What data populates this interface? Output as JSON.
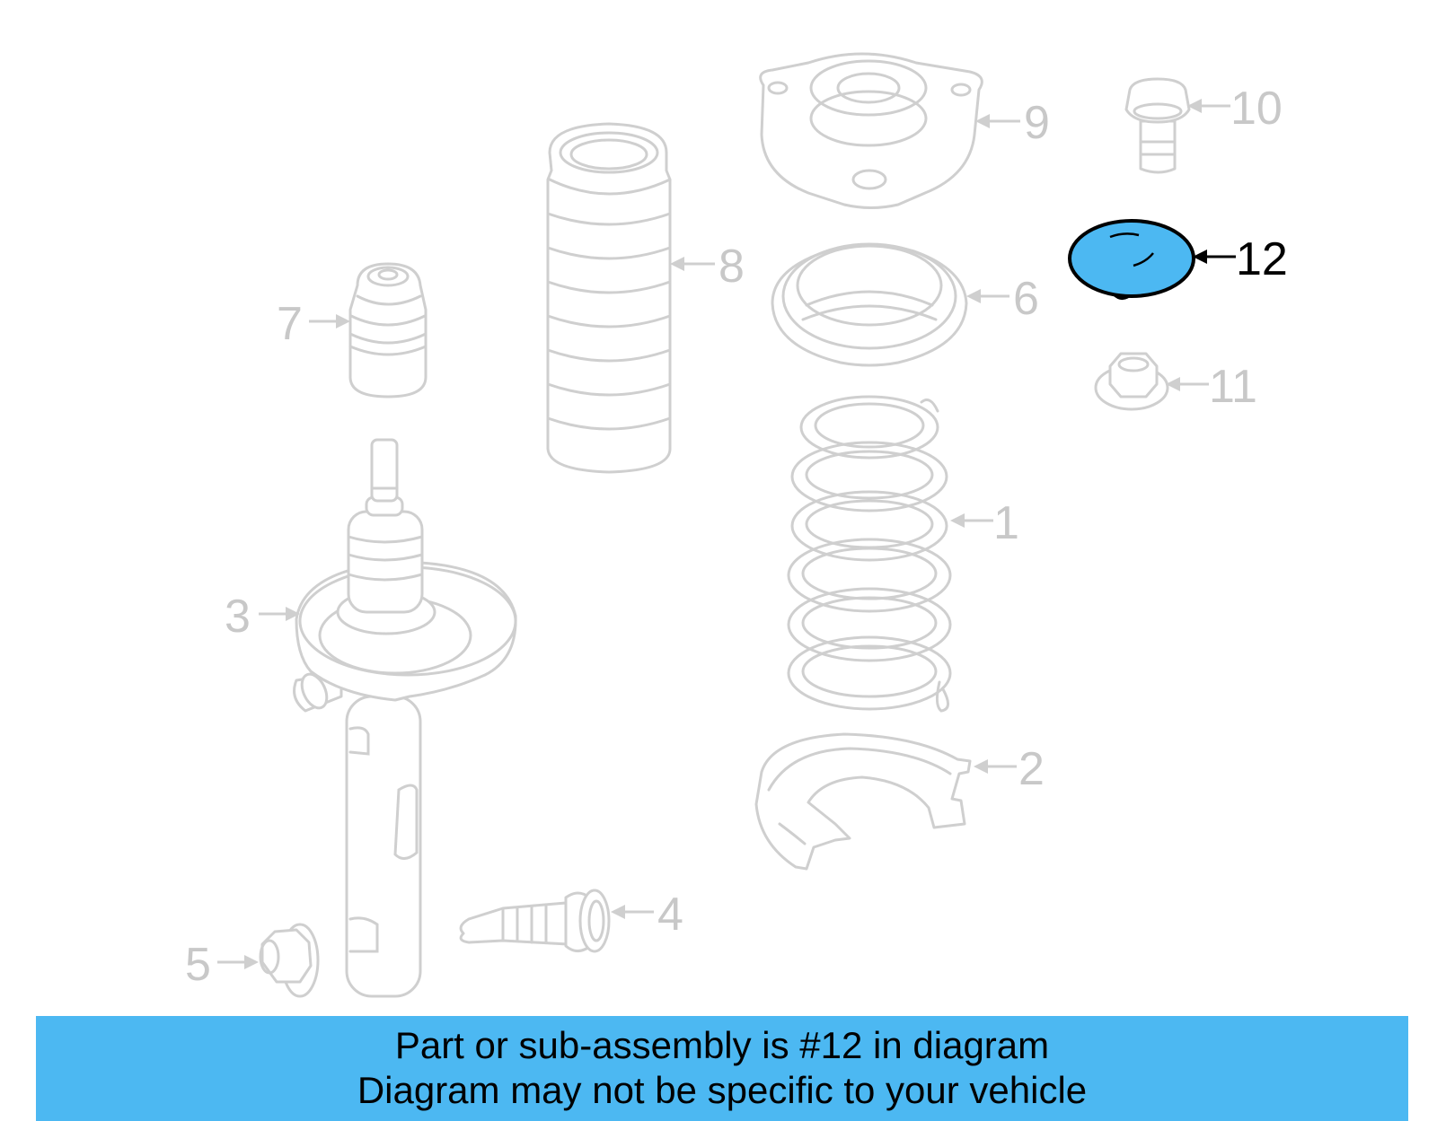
{
  "diagram": {
    "callouts": [
      {
        "id": "1",
        "label": "1"
      },
      {
        "id": "2",
        "label": "2"
      },
      {
        "id": "3",
        "label": "3"
      },
      {
        "id": "4",
        "label": "4"
      },
      {
        "id": "5",
        "label": "5"
      },
      {
        "id": "6",
        "label": "6"
      },
      {
        "id": "7",
        "label": "7"
      },
      {
        "id": "8",
        "label": "8"
      },
      {
        "id": "9",
        "label": "9"
      },
      {
        "id": "10",
        "label": "10"
      },
      {
        "id": "11",
        "label": "11"
      },
      {
        "id": "12",
        "label": "12"
      }
    ],
    "highlighted_part": "12",
    "colors": {
      "highlight_fill": "#4cb8f2",
      "part_stroke": "#cfcfcf",
      "banner_bg": "#4cb8f2"
    }
  },
  "banner": {
    "line1": "Part or sub-assembly is #12 in diagram",
    "line2": "Diagram may not be specific to your vehicle"
  }
}
